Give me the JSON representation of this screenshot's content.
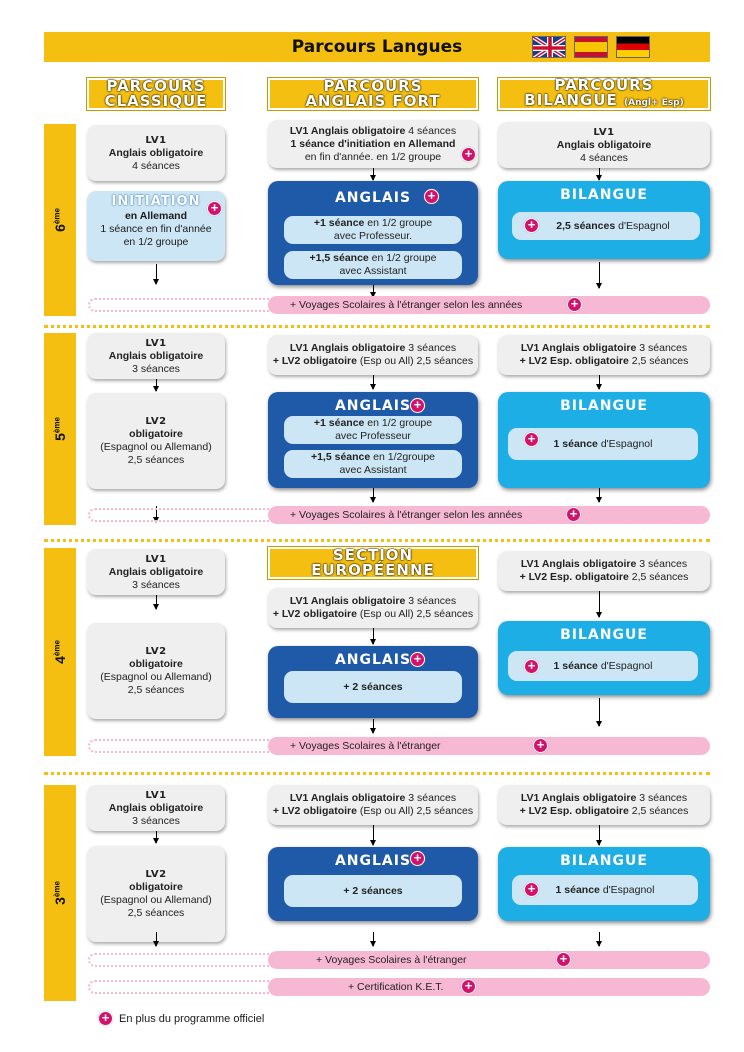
{
  "title": "Parcours Langues",
  "flags": [
    "uk-flag",
    "spain-flag",
    "germany-flag"
  ],
  "columns": {
    "classique": [
      "PARCOURS",
      "CLASSIQUE"
    ],
    "anglais_fort": [
      "PARCOURS",
      "ANGLAIS FORT"
    ],
    "bilangue": [
      "PARCOURS",
      "BILANGUE",
      "(Angl+ Esp)"
    ]
  },
  "years": [
    "6ème",
    "5ème",
    "4ème",
    "3ème"
  ],
  "y6": {
    "classique_lv1": [
      "LV1",
      "Anglais obligatoire",
      "4 séances"
    ],
    "initiation": [
      "INITIATION",
      "en Allemand",
      "1 séance en fin d'année",
      "en 1/2 groupe"
    ],
    "af_top": [
      "LV1 Anglais obligatoire",
      " 4 séances",
      "1 séance d'initiation en Allemand",
      "en fin d'année. en 1/2 groupe"
    ],
    "af_head": "ANGLAIS",
    "af_inner1": [
      "+1 séance",
      " en 1/2 groupe",
      "avec Professeur."
    ],
    "af_inner2": [
      "+1,5 séance",
      " en 1/2 groupe",
      "avec Assistant"
    ],
    "bil_top": [
      "LV1",
      "Anglais obligatoire",
      "4 séances"
    ],
    "bil_head": "BILANGUE",
    "bil_inner": [
      "2,5 séances",
      " d'Espagnol"
    ],
    "voyage": "+ Voyages Scolaires à l'étranger selon les années"
  },
  "y5": {
    "classique_lv1": [
      "LV1",
      "Anglais obligatoire",
      "3 séances"
    ],
    "classique_lv2": [
      "LV2",
      "obligatoire",
      "(Espagnol ou Allemand)",
      "2,5 séances"
    ],
    "af_top": [
      "LV1 Anglais obligatoire",
      " 3 séances",
      "+ LV2 obligatoire",
      " (Esp ou All) 2,5 séances"
    ],
    "af_head": "ANGLAIS",
    "af_inner1": [
      "+1 séance",
      " en 1/2 groupe",
      "avec Professeur"
    ],
    "af_inner2": [
      "+1,5 séance",
      " en 1/2groupe",
      "avec Assistant"
    ],
    "bil_top": [
      "LV1 Anglais obligatoire",
      " 3 séances",
      "+ LV2 Esp. obligatoire",
      "  2,5 séances"
    ],
    "bil_head": "BILANGUE",
    "bil_inner": [
      "1 séance",
      " d'Espagnol"
    ],
    "voyage": "+ Voyages Scolaires à l'étranger selon les années"
  },
  "y4": {
    "classique_lv1": [
      "LV1",
      "Anglais obligatoire",
      "3 séances"
    ],
    "classique_lv2": [
      "LV2",
      "obligatoire",
      "(Espagnol ou Allemand)",
      "2,5 séances"
    ],
    "section": [
      "SECTION",
      "EUROPÉENNE"
    ],
    "af_top": [
      "LV1 Anglais obligatoire",
      " 3 séances",
      "+ LV2 obligatoire",
      " (Esp ou All) 2,5 séances"
    ],
    "af_head": "ANGLAIS",
    "af_inner": "+ 2 séances",
    "bil_top": [
      "LV1 Anglais obligatoire",
      " 3 séances",
      "+ LV2 Esp. obligatoire",
      "  2,5 séances"
    ],
    "bil_head": "BILANGUE",
    "bil_inner": [
      "1 séance",
      " d'Espagnol"
    ],
    "voyage": "+ Voyages Scolaires à l'étranger"
  },
  "y3": {
    "classique_lv1": [
      "LV1",
      "Anglais obligatoire",
      "3 séances"
    ],
    "classique_lv2": [
      "LV2",
      "obligatoire",
      "(Espagnol ou Allemand)",
      "2,5 séances"
    ],
    "af_top": [
      "LV1 Anglais obligatoire",
      " 3 séances",
      "+ LV2 obligatoire",
      " (Esp ou All) 2,5 séances"
    ],
    "af_head": "ANGLAIS",
    "af_inner": "+ 2 séances",
    "bil_top": [
      "LV1 Anglais obligatoire",
      " 3 séances",
      "+ LV2 Esp. obligatoire",
      "  2,5 séances"
    ],
    "bil_head": "BILANGUE",
    "bil_inner": [
      "1 séance",
      " d'Espagnol"
    ],
    "voyage": "+ Voyages Scolaires à l'étranger",
    "certif": "+ Certification K.E.T."
  },
  "legend": "En plus du programme officiel",
  "plus_symbol": "+",
  "colors": {
    "yellow": "#f5bf12",
    "dark_blue": "#1f5aa8",
    "cyan": "#1daee6",
    "pink": "#f7b8d3",
    "magenta": "#d4126e"
  }
}
